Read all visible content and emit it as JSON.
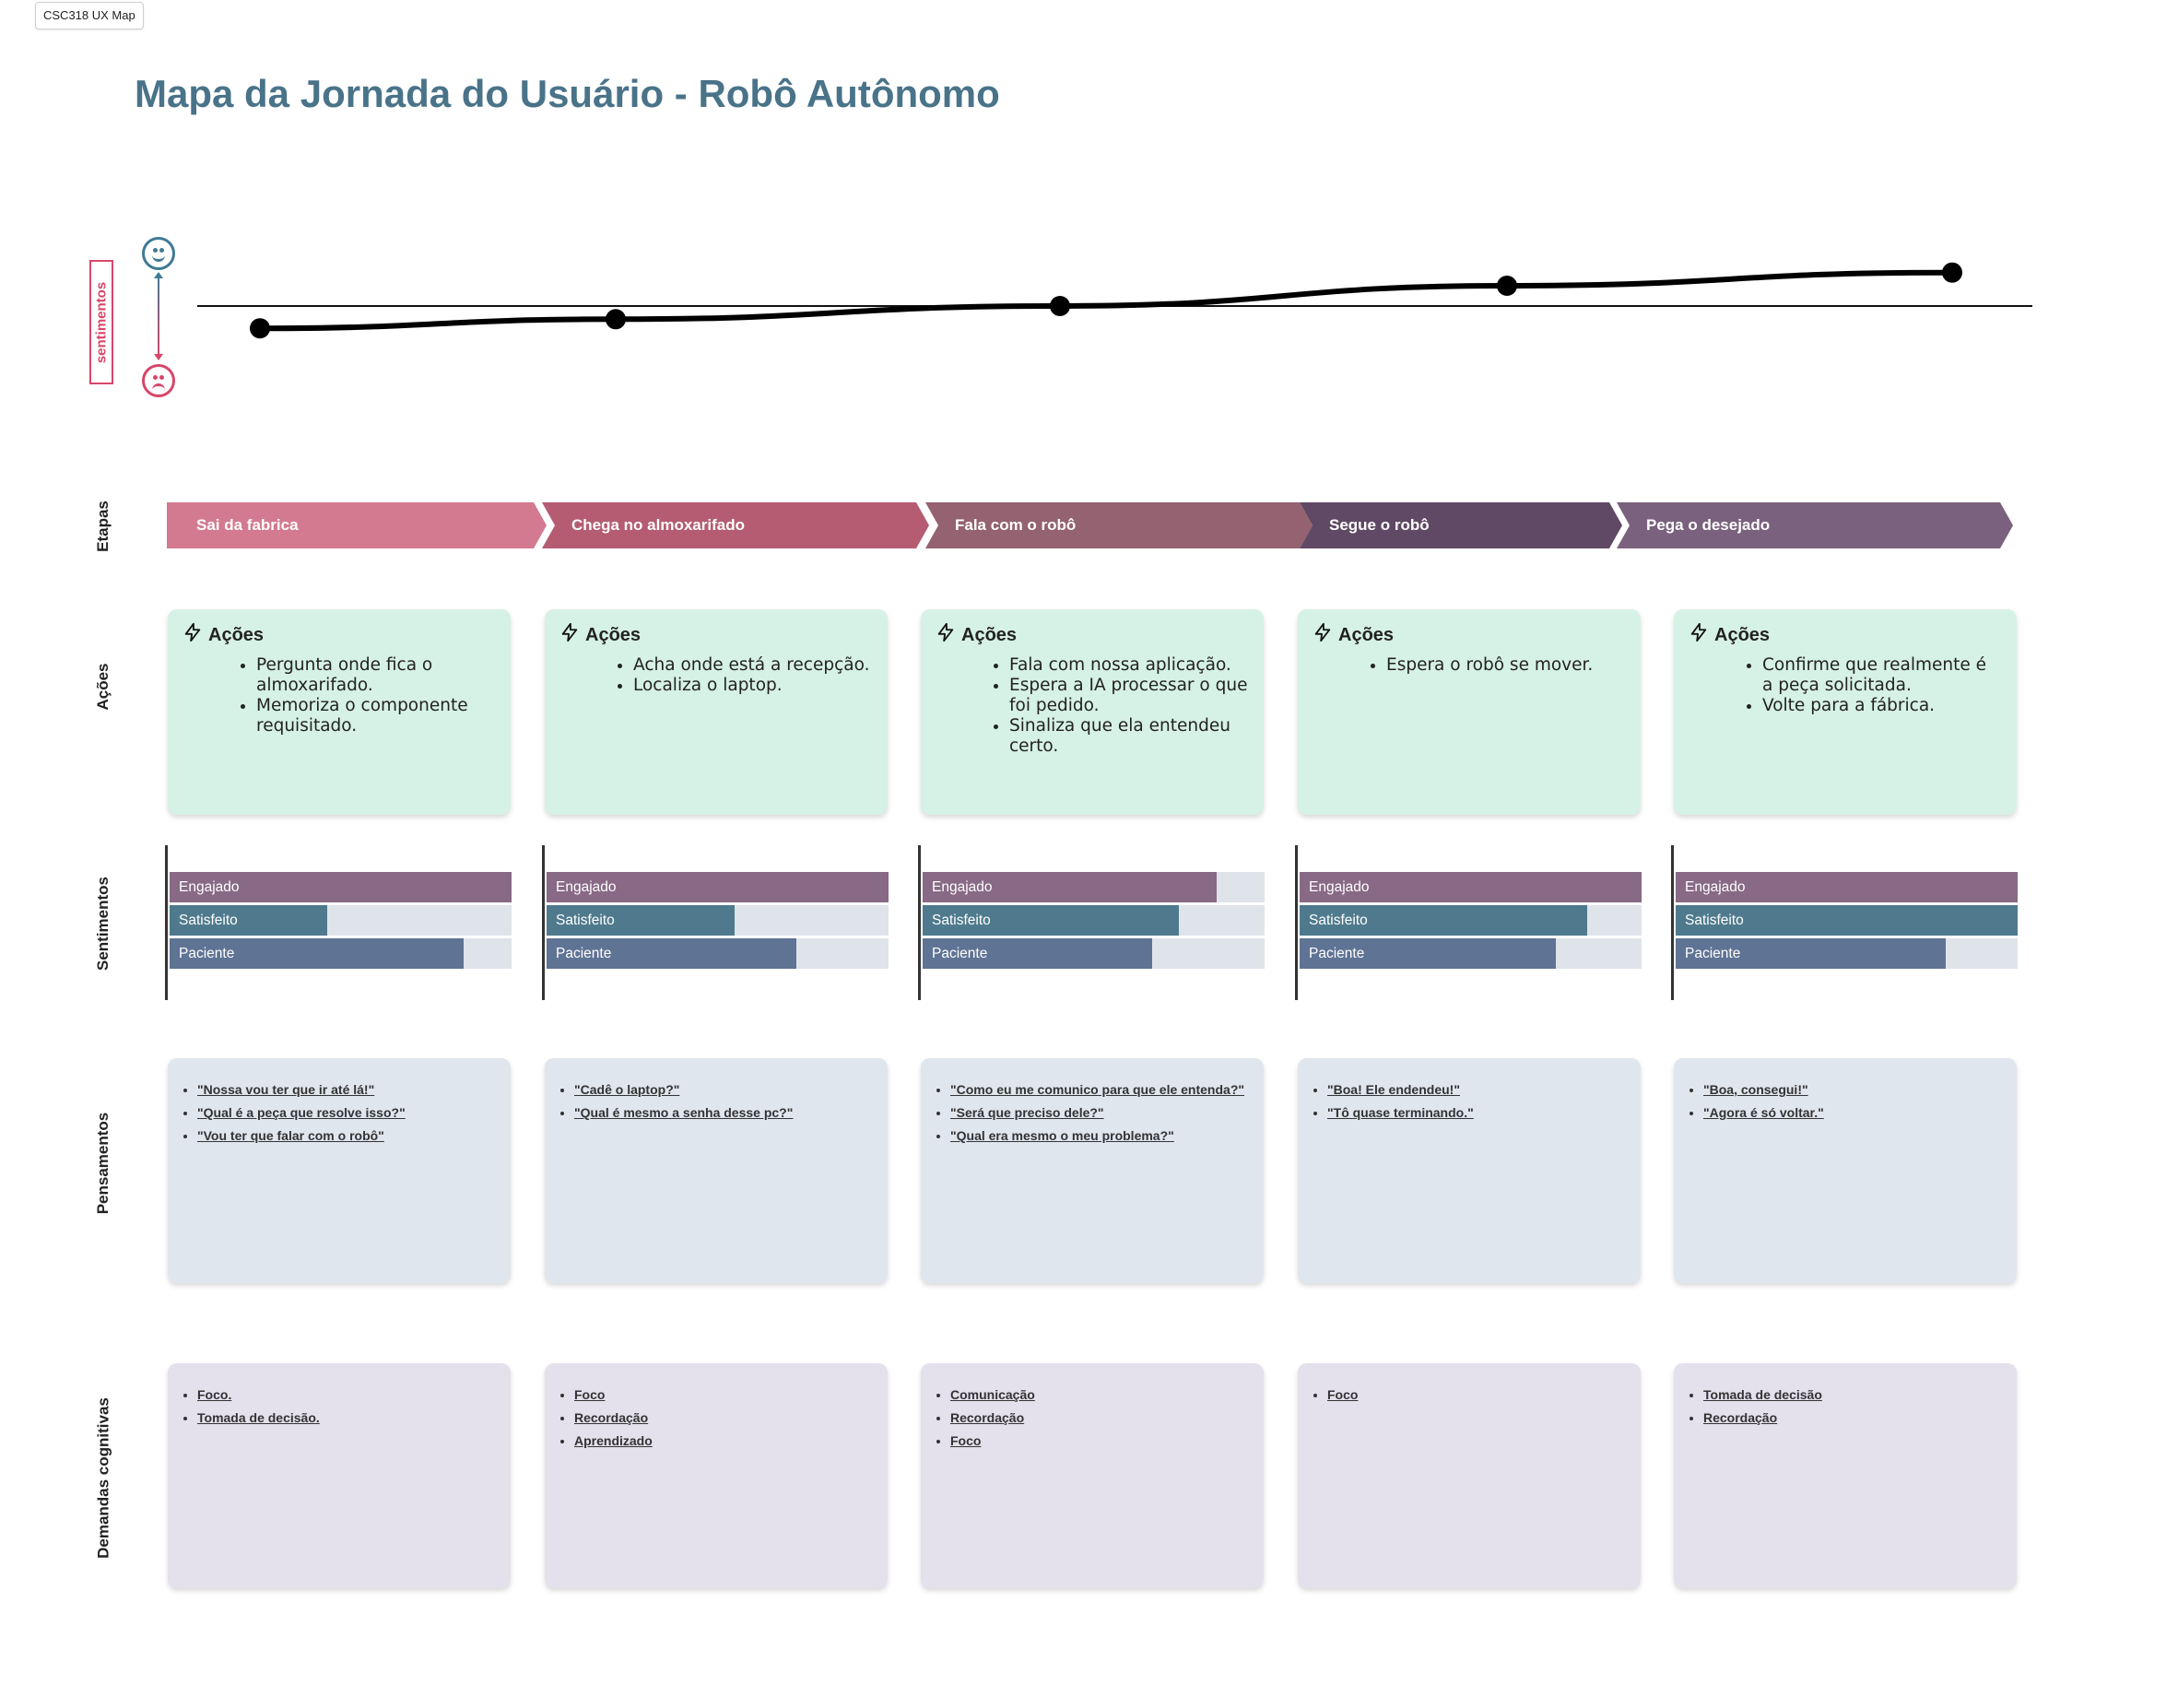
{
  "tag": "CSC318 UX Map",
  "title": "Mapa da Jornada do Usuário - Robô Autônomo",
  "row_labels": {
    "sentimentos_axis": "sentimentos",
    "etapas": "Etapas",
    "acoes": "Ações",
    "sentimentos": "Sentimentos",
    "pensamentos": "Pensamentos",
    "demandas": "Demandas cognitivas"
  },
  "sentiment_curve_points": [
    -0.22,
    -0.13,
    0.0,
    0.2,
    0.33
  ],
  "stages": [
    {
      "label": "Sai da fabrica",
      "color": "#d37a90"
    },
    {
      "label": "Chega no almoxarifado",
      "color": "#b55c72"
    },
    {
      "label": "Fala com o robô",
      "color": "#946271"
    },
    {
      "label": "Segue o robô",
      "color": "#604964"
    },
    {
      "label": "Pega o desejado",
      "color": "#7a617d"
    }
  ],
  "actions_header": "Ações",
  "actions": [
    [
      "Pergunta onde fica o almoxarifado.",
      "Memoriza o componente requisitado."
    ],
    [
      "Acha onde está a recepção.",
      "Localiza o laptop."
    ],
    [
      "Fala com nossa aplicação.",
      "Espera a IA processar o que foi pedido.",
      "Sinaliza que ela entendeu certo."
    ],
    [
      "Espera o robô se mover."
    ],
    [
      "Confirme que realmente é a peça solicitada.",
      "Volte para a fábrica."
    ]
  ],
  "feelings_labels": [
    "Engajado",
    "Satisfeito",
    "Paciente"
  ],
  "feelings_colors": [
    "#886986",
    "#4f7a8d",
    "#5f7394"
  ],
  "feelings": [
    [
      1.0,
      0.46,
      0.86
    ],
    [
      1.0,
      0.55,
      0.73
    ],
    [
      0.86,
      0.75,
      0.67
    ],
    [
      1.0,
      0.84,
      0.75
    ],
    [
      1.0,
      1.0,
      0.79
    ]
  ],
  "thoughts": [
    [
      "\"Nossa vou ter que ir até lá!\"",
      "\"Qual é a peça que resolve isso?\"",
      "\"Vou ter que falar com o robô\""
    ],
    [
      "\"Cadê o laptop?\"",
      "\"Qual é mesmo a senha desse pc?\""
    ],
    [
      "\"Como eu me comunico para que ele entenda?\"",
      "\"Será que preciso dele?\"",
      "\"Qual era mesmo o meu problema?\""
    ],
    [
      "\"Boa! Ele endendeu!\"",
      "\"Tô quase terminando.\""
    ],
    [
      "\"Boa, consegui!\"",
      "\"Agora é só voltar.\""
    ]
  ],
  "demands": [
    [
      "Foco.",
      "Tomada de decisão."
    ],
    [
      "Foco",
      "Recordação",
      "Aprendizado"
    ],
    [
      "Comunicação",
      "Recordação",
      "Foco"
    ],
    [
      "Foco"
    ],
    [
      "Tomada de decisão",
      "Recordação"
    ]
  ]
}
